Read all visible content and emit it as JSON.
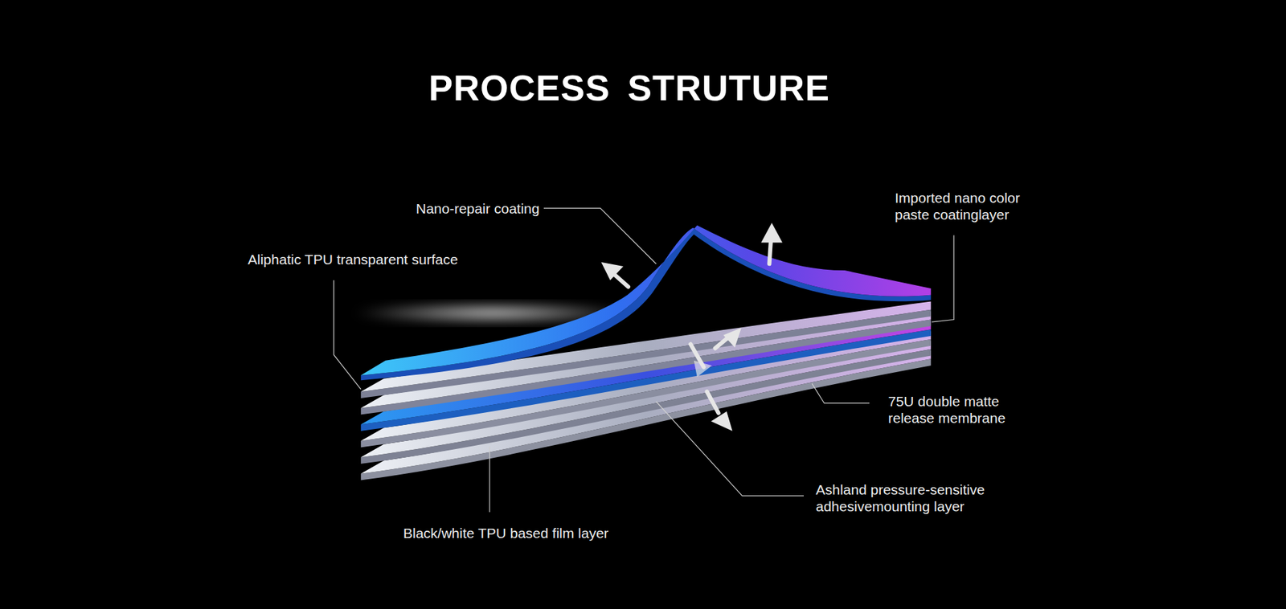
{
  "diagram": {
    "title": "PROCESS STRUTURE",
    "labels": [
      "Nano-repair coating",
      "Imported nano color paste coatinglayer",
      "Aliphatic TPU transparent surface",
      "75U double matte release membrane",
      "Ashland pressure-sensitive adhesivemounting layer",
      "Black/white TPU based film layer"
    ]
  }
}
